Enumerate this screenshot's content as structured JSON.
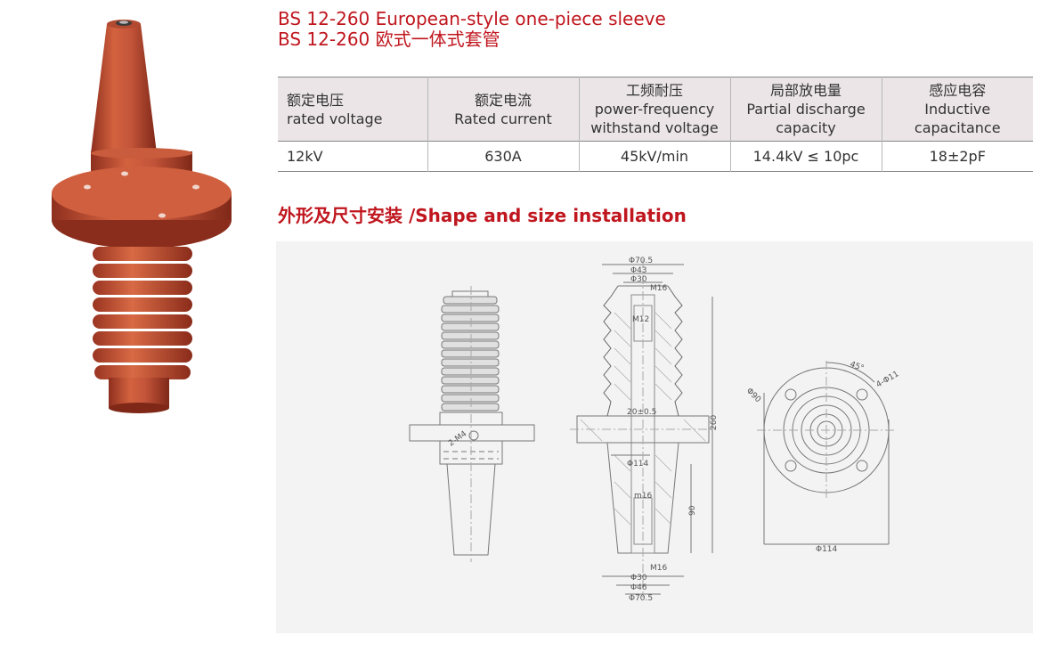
{
  "title": {
    "line1": "BS 12-260 European-style one-piece sleeve",
    "line2": "BS 12-260 欧式一体式套管"
  },
  "spec_table": {
    "headers": [
      {
        "cn": "额定电压",
        "en1": "rated voltage",
        "en2": ""
      },
      {
        "cn": "额定电流",
        "en1": "Rated current",
        "en2": ""
      },
      {
        "cn": "工频耐压",
        "en1": "power-frequency",
        "en2": "withstand voltage"
      },
      {
        "cn": "局部放电量",
        "en1": "Partial discharge",
        "en2": "capacity"
      },
      {
        "cn": "感应电容",
        "en1": "Inductive",
        "en2": "capacitance"
      }
    ],
    "row": [
      "12kV",
      "630A",
      "45kV/min",
      "14.4kV ≤ 10pc",
      "18±2pF"
    ]
  },
  "section_title": "外形及尺寸安装 /Shape and size installation",
  "dimensions": {
    "top_outer": "Φ70.5",
    "top_mid": "Φ43",
    "top_inner": "Φ30",
    "top_thread": "M16",
    "upper_thread": "M12",
    "height": "260",
    "flange_gap": "20±0.5",
    "flange_dia": "Φ114",
    "lower_thread": "m16",
    "lower_len": "90",
    "bottom_thread": "M16",
    "bottom_inner": "Φ30",
    "bottom_mid": "Φ46",
    "bottom_outer": "Φ70.5",
    "side_bolt": "2-M4",
    "plan_angle": "45°",
    "plan_hole": "4-Φ11",
    "plan_pcd": "Φ90",
    "plan_dia": "Φ114"
  },
  "colors": {
    "accent": "#c0161e",
    "product_body": "#c4553a",
    "table_header_bg": "#ebe5e8",
    "panel_bg": "#f3f3f3"
  }
}
